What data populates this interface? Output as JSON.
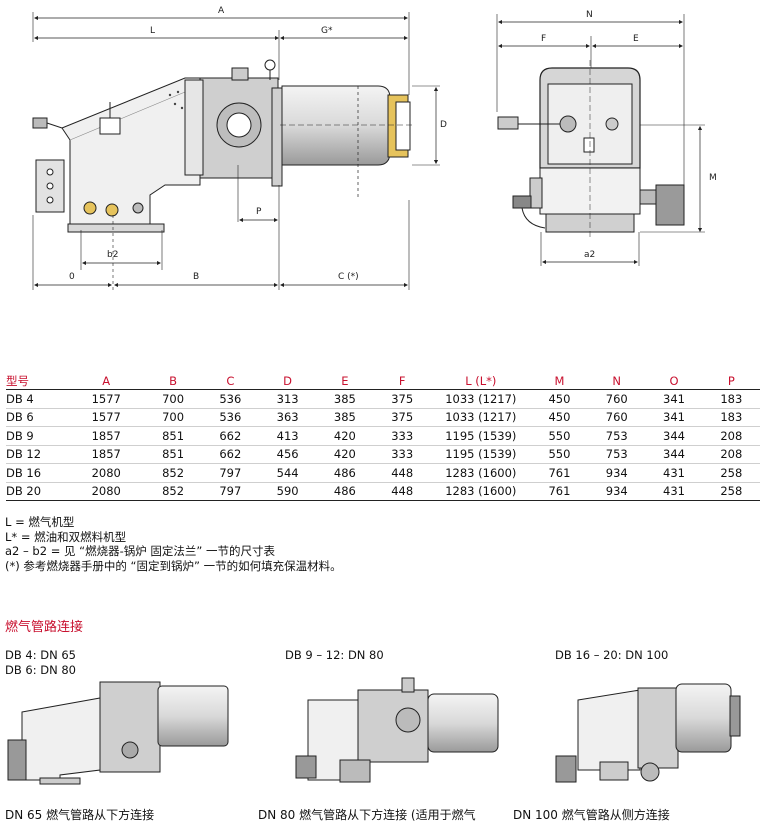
{
  "dimension_labels": {
    "A": "A",
    "L": "L",
    "G": "G*",
    "D": "D",
    "P": "P",
    "b2": "b2",
    "zero": "0",
    "B": "B",
    "C": "C (*)",
    "N": "N",
    "F": "F",
    "E": "E",
    "M": "M",
    "a2": "a2"
  },
  "table": {
    "headers": [
      "型号",
      "A",
      "B",
      "C",
      "D",
      "E",
      "F",
      "L (L*)",
      "M",
      "N",
      "O",
      "P"
    ],
    "rows": [
      [
        "DB 4",
        "1577",
        "700",
        "536",
        "313",
        "385",
        "375",
        "1033 (1217)",
        "450",
        "760",
        "341",
        "183"
      ],
      [
        "DB 6",
        "1577",
        "700",
        "536",
        "363",
        "385",
        "375",
        "1033 (1217)",
        "450",
        "760",
        "341",
        "183"
      ],
      [
        "DB 9",
        "1857",
        "851",
        "662",
        "413",
        "420",
        "333",
        "1195 (1539)",
        "550",
        "753",
        "344",
        "208"
      ],
      [
        "DB 12",
        "1857",
        "851",
        "662",
        "456",
        "420",
        "333",
        "1195 (1539)",
        "550",
        "753",
        "344",
        "208"
      ],
      [
        "DB 16",
        "2080",
        "852",
        "797",
        "544",
        "486",
        "448",
        "1283 (1600)",
        "761",
        "934",
        "431",
        "258"
      ],
      [
        "DB 20",
        "2080",
        "852",
        "797",
        "590",
        "486",
        "448",
        "1283 (1600)",
        "761",
        "934",
        "431",
        "258"
      ]
    ]
  },
  "notes": [
    "L = 燃气机型",
    "L* = 燃油和双燃料机型",
    "a2 – b2 = 见 “燃烧器-锅炉 固定法兰” 一节的尺寸表",
    "(*) 参考燃烧器手册中的 “固定到锅炉” 一节的如何填充保温材料。"
  ],
  "section_title": "燃气管路连接",
  "connections": [
    {
      "models": [
        "DB 4: DN 65",
        "DB 6: DN 80"
      ],
      "caption": "DN 65 燃气管路从下方连接"
    },
    {
      "models": [
        "DB 9 – 12: DN 80"
      ],
      "caption": "DN 80 燃气管路从下方连接 (适用于燃气"
    },
    {
      "models": [
        "DB 16 – 20: DN 100"
      ],
      "caption": "DN 100 燃气管路从侧方连接"
    }
  ],
  "colors": {
    "accent": "#c8102e",
    "line": "#222222",
    "metal": "#cfcfcf",
    "flame_tube": "#e0e0e0",
    "gold": "#e6c35c"
  }
}
